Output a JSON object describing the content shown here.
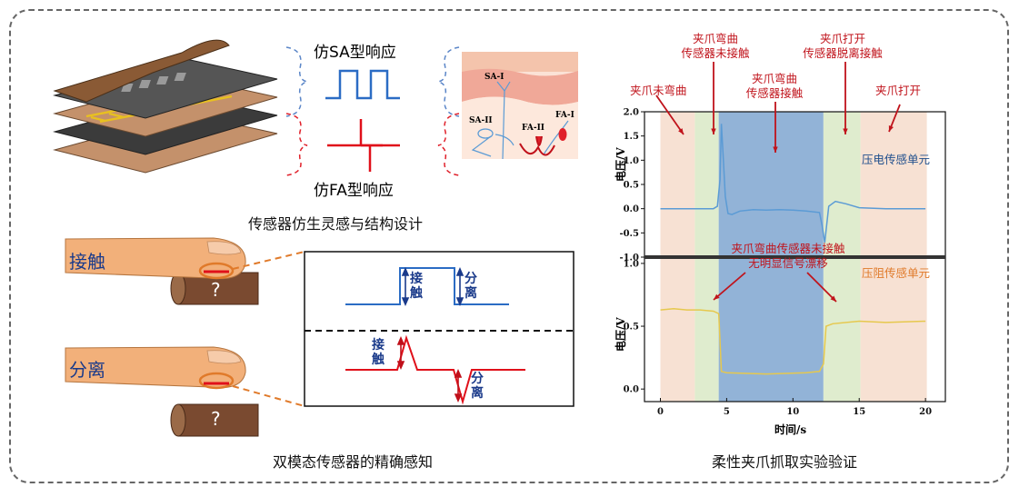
{
  "top_left": {
    "sa_label": "仿SA型响应",
    "fa_label": "仿FA型响应",
    "caption": "传感器仿生灵感与结构设计",
    "skin": {
      "sa1": "SA-I",
      "sa2": "SA-II",
      "fa2": "FA-II",
      "fa1": "FA-I"
    }
  },
  "bottom_left": {
    "contact_label": "接触",
    "separate_label": "分离",
    "question_mark": "?",
    "signal_contact": "接触",
    "signal_separate": "分离",
    "caption": "双模态传感器的精确感知"
  },
  "right": {
    "caption": "柔性夹爪抓取实验验证",
    "annotations": {
      "not_bent": "夹爪未弯曲",
      "bending_top": "夹爪弯曲",
      "bending_bottom": "传感器未接触",
      "contact_top": "夹爪弯曲",
      "contact_bottom": "传感器接触",
      "open_top": "夹爪打开",
      "open_bottom": "传感器脱离接触",
      "open": "夹爪打开",
      "drift_line1": "夹爪弯曲传感器未接触",
      "drift_line2": "无明显信号漂移"
    },
    "piezo_label": "压电传感单元",
    "resist_label": "压阻传感单元",
    "ylabel": "电压/V",
    "xlabel": "时间/s"
  },
  "chart_data": {
    "type": "line",
    "xlabel": "时间/s",
    "xlim": [
      -1.2,
      21.5
    ],
    "xticks": [
      0,
      5,
      10,
      15,
      20
    ],
    "phases": [
      {
        "name": "夹爪未弯曲",
        "start": 0,
        "end": 2.6,
        "color": "#f6dccb"
      },
      {
        "name": "夹爪弯曲 传感器未接触",
        "start": 2.6,
        "end": 4.4,
        "color": "#d9e9c5"
      },
      {
        "name": "夹爪弯曲 传感器接触",
        "start": 4.4,
        "end": 12.3,
        "color": "#7fa6d0"
      },
      {
        "name": "夹爪打开 传感器脱离接触",
        "start": 12.3,
        "end": 15.1,
        "color": "#d9e9c5"
      },
      {
        "name": "夹爪打开",
        "start": 15.1,
        "end": 20.1,
        "color": "#f6dccb"
      }
    ],
    "panels": [
      {
        "series_name": "压电传感单元",
        "ylabel": "电压/V",
        "ylim": [
          -1.0,
          2.0
        ],
        "yticks": [
          "2.0",
          "1.5",
          "1.0",
          "0.5",
          "0.0",
          "-0.5",
          "-1.0"
        ],
        "color": "#5b9bd5",
        "x": [
          0,
          2,
          4,
          4.3,
          4.5,
          4.6,
          4.75,
          4.9,
          5.1,
          5.4,
          6,
          7,
          8,
          9,
          10,
          11,
          12,
          12.2,
          12.4,
          12.7,
          13.2,
          14,
          15,
          17,
          20
        ],
        "y": [
          0.0,
          0.0,
          0.0,
          0.05,
          0.6,
          1.75,
          1.0,
          0.25,
          -0.1,
          -0.12,
          -0.05,
          -0.02,
          -0.03,
          -0.02,
          -0.03,
          -0.05,
          -0.08,
          -0.35,
          -0.7,
          0.05,
          0.15,
          0.1,
          0.02,
          0.0,
          0.0
        ]
      },
      {
        "series_name": "压阻传感单元",
        "ylabel": "电压/V",
        "ylim": [
          -0.1,
          1.05
        ],
        "yticks": [
          "1.0",
          "0.5",
          "0.0"
        ],
        "color": "#e6c84d",
        "x": [
          0,
          1,
          2,
          3,
          4,
          4.4,
          4.6,
          5,
          8,
          11,
          12,
          12.3,
          12.5,
          13,
          15,
          17,
          20
        ],
        "y": [
          0.63,
          0.64,
          0.63,
          0.63,
          0.62,
          0.6,
          0.14,
          0.13,
          0.12,
          0.13,
          0.14,
          0.2,
          0.5,
          0.52,
          0.54,
          0.53,
          0.54
        ]
      }
    ]
  }
}
